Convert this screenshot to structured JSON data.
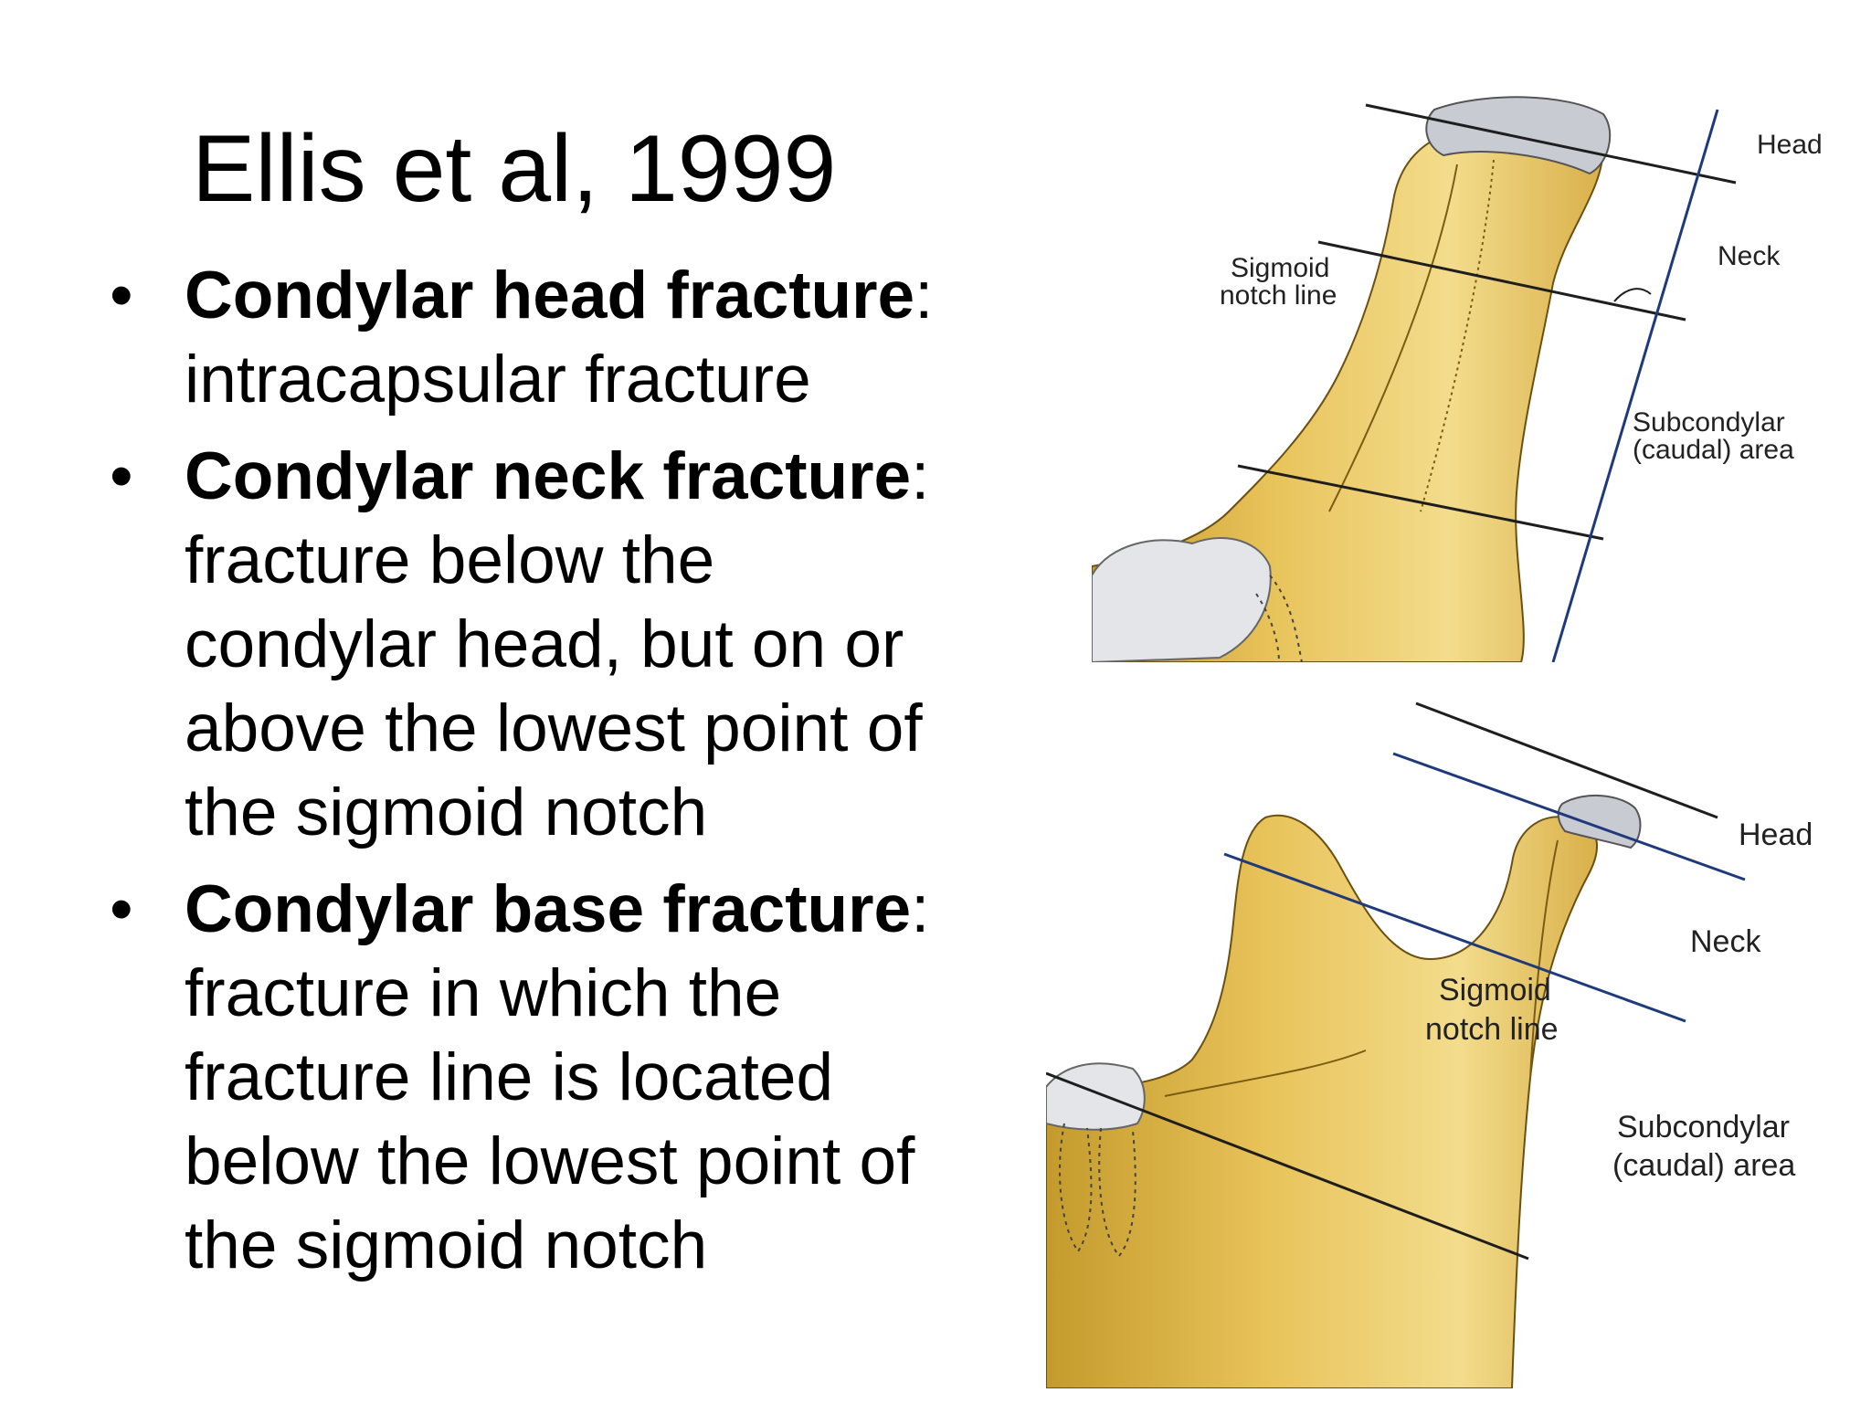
{
  "slide": {
    "title": "Ellis et al, 1999",
    "bullets": [
      {
        "term": "Condylar head fracture",
        "sep": ":",
        "text": "intracapsular fracture"
      },
      {
        "term": "Condylar neck fracture",
        "sep": ":",
        "text": "fracture below the condylar head, but on or above the lowest point of the sigmoid notch"
      },
      {
        "term": "Condylar base fracture",
        "sep": ":",
        "text": "fracture in which the fracture line is located below the lowest point of the sigmoid notch"
      }
    ]
  },
  "figure_top": {
    "labels": {
      "head": "Head",
      "neck": "Neck",
      "sigmoid_1": "Sigmoid",
      "sigmoid_2": "notch line",
      "subcondylar_1": "Subcondylar",
      "subcondylar_2": "(caudal) area"
    }
  },
  "figure_bottom": {
    "labels": {
      "head": "Head",
      "neck": "Neck",
      "sigmoid_1": "Sigmoid",
      "sigmoid_2": "notch line",
      "subcondylar_1": "Subcondylar",
      "subcondylar_2": "(caudal) area"
    }
  },
  "colors": {
    "bone": "#e8c35a",
    "bone_light": "#f3dc8c",
    "bone_shadow": "#c49a2c",
    "cartilage": "#c9cbd3",
    "line_dark": "#1e1e1e",
    "line_blue": "#1f3a7a"
  }
}
